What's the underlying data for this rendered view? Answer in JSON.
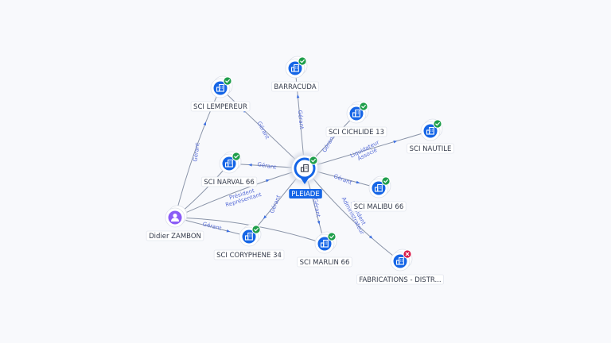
{
  "graph": {
    "center": {
      "id": "pleiade",
      "label": "PLEIADE",
      "status": "active"
    },
    "nodes": [
      {
        "id": "barracuda",
        "label": "BARRACUDA",
        "kind": "company",
        "status": "active"
      },
      {
        "id": "lempereur",
        "label": "SCI LEMPEREUR",
        "kind": "company",
        "status": "active"
      },
      {
        "id": "cichlide",
        "label": "SCI CICHLIDE 13",
        "kind": "company",
        "status": "active"
      },
      {
        "id": "nautile",
        "label": "SCI NAUTILE",
        "kind": "company",
        "status": "active"
      },
      {
        "id": "narval",
        "label": "SCI NARVAL 66",
        "kind": "company",
        "status": "active"
      },
      {
        "id": "malibu",
        "label": "SCI MALIBU 66",
        "kind": "company",
        "status": "active"
      },
      {
        "id": "zambon",
        "label": "Didier ZAMBON",
        "kind": "person",
        "status": "none"
      },
      {
        "id": "coryphene",
        "label": "SCI CORYPHENE 34",
        "kind": "company",
        "status": "active"
      },
      {
        "id": "marlin",
        "label": "SCI MARLIN 66",
        "kind": "company",
        "status": "active"
      },
      {
        "id": "fabrications",
        "label": "FABRICATIONS - DISTR...",
        "kind": "company",
        "status": "closed"
      }
    ],
    "edges": [
      {
        "from": "pleiade",
        "to": "barracuda",
        "label": "Gérant"
      },
      {
        "from": "pleiade",
        "to": "lempereur",
        "label": "Gérant"
      },
      {
        "from": "pleiade",
        "to": "cichlide",
        "label": "Gérant"
      },
      {
        "from": "pleiade",
        "to": "nautile",
        "label": "Liquidateur Associé"
      },
      {
        "from": "pleiade",
        "to": "narval",
        "label": "Gérant"
      },
      {
        "from": "pleiade",
        "to": "malibu",
        "label": "Gérant"
      },
      {
        "from": "zambon",
        "to": "pleiade",
        "label": "Président Représentant"
      },
      {
        "from": "pleiade",
        "to": "coryphene",
        "label": "Gérant"
      },
      {
        "from": "pleiade",
        "to": "marlin",
        "label": "Gérant"
      },
      {
        "from": "pleiade",
        "to": "fabrications",
        "label": "Président Administrateur"
      },
      {
        "from": "zambon",
        "to": "lempereur",
        "label": "Gérant"
      },
      {
        "from": "zambon",
        "to": "coryphene",
        "label": "Gérant"
      },
      {
        "from": "zambon",
        "to": "marlin",
        "label": ""
      },
      {
        "from": "zambon",
        "to": "narval",
        "label": ""
      }
    ]
  },
  "colors": {
    "node_fill": "#1565e6",
    "person_fill": "#8b5cf6",
    "status_active": "#1e9e4a",
    "status_closed": "#d81b4a",
    "edge": "#8a94a8",
    "edge_label": "#5a6fd8"
  },
  "icons": {
    "company": "building-icon",
    "person": "person-icon",
    "active": "check-icon",
    "closed": "close-icon"
  }
}
